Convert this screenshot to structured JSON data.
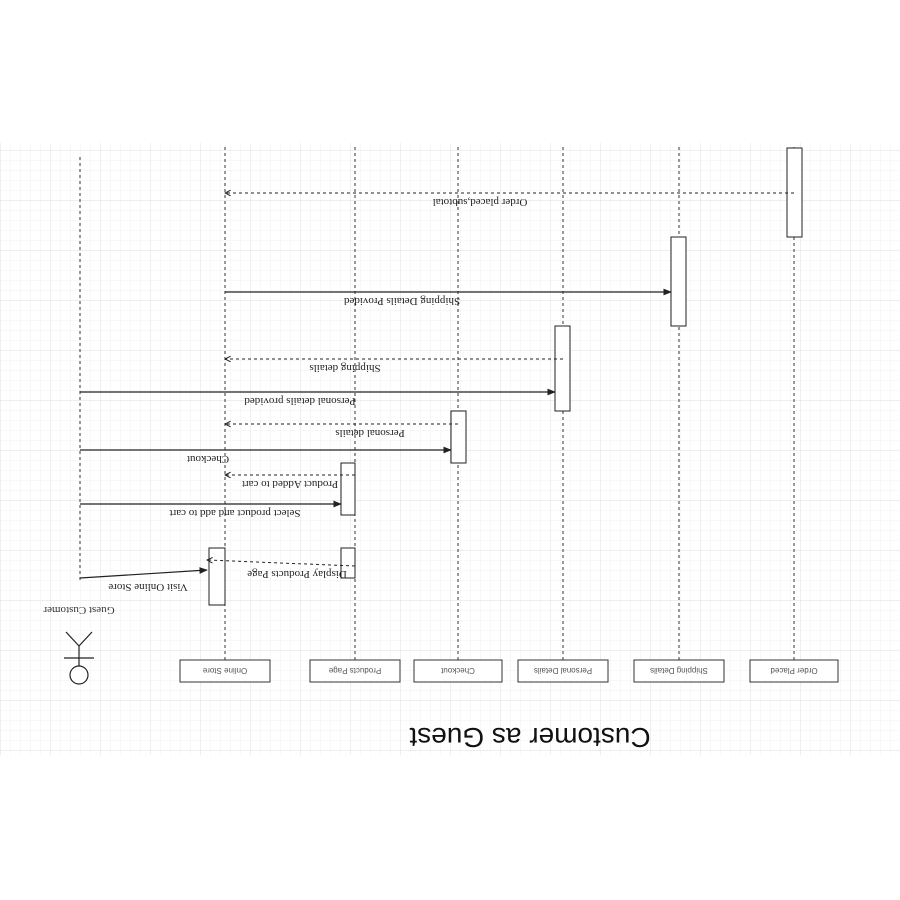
{
  "diagram": {
    "title": "Customer as Guest",
    "actor": {
      "label": "Guest Customer"
    },
    "participants": [
      {
        "id": "online-store",
        "label": "Online Store"
      },
      {
        "id": "products-page",
        "label": "Products Page"
      },
      {
        "id": "checkout",
        "label": "Checkout"
      },
      {
        "id": "personal-details",
        "label": "Personal Details"
      },
      {
        "id": "shipping-details",
        "label": "Shipping Details"
      },
      {
        "id": "order-placed",
        "label": "Order Placed"
      }
    ],
    "messages": [
      {
        "label": "Visit Online Store",
        "from": "actor",
        "to": "online-store",
        "style": "solid"
      },
      {
        "label": "Display Products Page",
        "from": "products-page",
        "to": "online-store",
        "style": "dashed"
      },
      {
        "label": "Select product and add to cart",
        "from": "actor",
        "to": "products-page",
        "style": "solid"
      },
      {
        "label": "Product Added to cart",
        "from": "products-page",
        "to": "online-store",
        "style": "dashed"
      },
      {
        "label": "Checkout",
        "from": "actor",
        "to": "checkout",
        "style": "solid"
      },
      {
        "label": "Personal details",
        "from": "checkout",
        "to": "online-store",
        "style": "dashed"
      },
      {
        "label": "Personal details provided",
        "from": "actor",
        "to": "personal-details",
        "style": "solid"
      },
      {
        "label": "Shipping details",
        "from": "personal-details",
        "to": "online-store",
        "style": "dashed"
      },
      {
        "label": "Shipping Details Provided",
        "from": "online-store",
        "to": "shipping-details",
        "style": "solid"
      },
      {
        "label": "Order placed,subtotal",
        "from": "order-placed",
        "to": "online-store",
        "style": "dashed"
      }
    ]
  }
}
